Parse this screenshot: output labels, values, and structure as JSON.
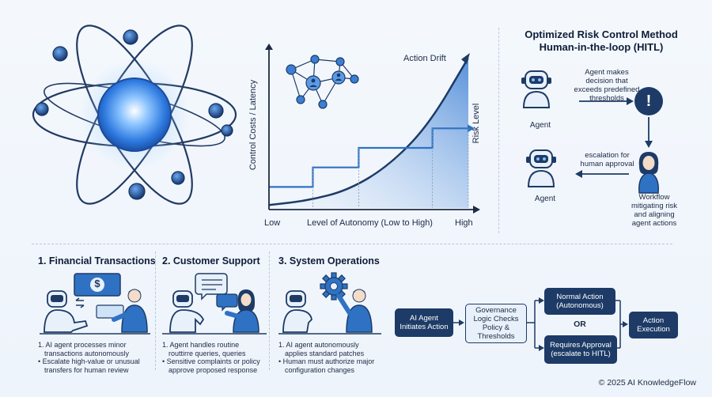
{
  "chart_data": {
    "type": "line",
    "title": "",
    "xlabel": "Level of Autonomy (Low to High)",
    "ylabel": "Control Costs / Latency",
    "y2label": "Risk Level",
    "x_tick_labels": [
      "Low",
      "High"
    ],
    "annotation": "Action Drift",
    "xlim": [
      0,
      1
    ],
    "ylim": [
      0,
      1
    ],
    "series": [
      {
        "x": [
          0,
          0.2,
          0.4,
          0.6,
          0.8,
          1.0
        ],
        "values": [
          0.02,
          0.05,
          0.12,
          0.28,
          0.55,
          1.0
        ]
      },
      {
        "x": [
          0.0,
          0.22,
          0.22,
          0.45,
          0.45,
          0.82,
          0.82,
          1.0
        ],
        "values": [
          0.14,
          0.14,
          0.27,
          0.27,
          0.4,
          0.4,
          0.53,
          0.53
        ]
      }
    ]
  },
  "hitl": {
    "title_line1": "Optimized Risk Control Method",
    "title_line2": "Human-in-the-loop (HITL)",
    "agent_top": "Agent",
    "decision_text_1": "Agent makes",
    "decision_text_2": "decision that",
    "decision_text_3": "exceeds predefined",
    "decision_text_4": "thresholds",
    "alert_symbol": "!",
    "escalation_1": "escalation for",
    "escalation_2": "human approval",
    "agent_bottom": "Agent",
    "workflow_1": "Workflow",
    "workflow_2": "mitigating risk",
    "workflow_3": "and aligning",
    "workflow_4": "agent actions"
  },
  "cases": [
    {
      "title": "1. Financial Transactions",
      "lines": [
        "1. AI agent processes minor",
        "transactions autonomously",
        "• Escalate high-value or unusual",
        "transfers for human review"
      ],
      "money_symbol": "$"
    },
    {
      "title": "2. Customer Support",
      "lines": [
        "1. Agent handles routine",
        "routtirre queries, queries",
        "• Sensitive complaints or policy",
        "approve proposed response"
      ]
    },
    {
      "title": "3. System Operations",
      "lines": [
        "1. AI agent autonomously",
        "applies standard patches",
        "• Human must authorize major",
        "configuration changes"
      ]
    }
  ],
  "flow": {
    "start_1": "AI Agent",
    "start_2": "Initiates Action",
    "gov_1": "Governance",
    "gov_2": "Logic Checks",
    "gov_3": "Policy &",
    "gov_4": "Thresholds",
    "normal_1": "Normal Action",
    "normal_2": "(Autonomous)",
    "or": "OR",
    "approval_1": "Requires Approval",
    "approval_2": "(escalate to HITL)",
    "exec_1": "Action",
    "exec_2": "Execution"
  },
  "footer": "© 2025 AI KnowledgeFlow",
  "colors": {
    "navy": "#1d3b66",
    "blue": "#2f72c4",
    "accent": "#3b8fe0"
  }
}
